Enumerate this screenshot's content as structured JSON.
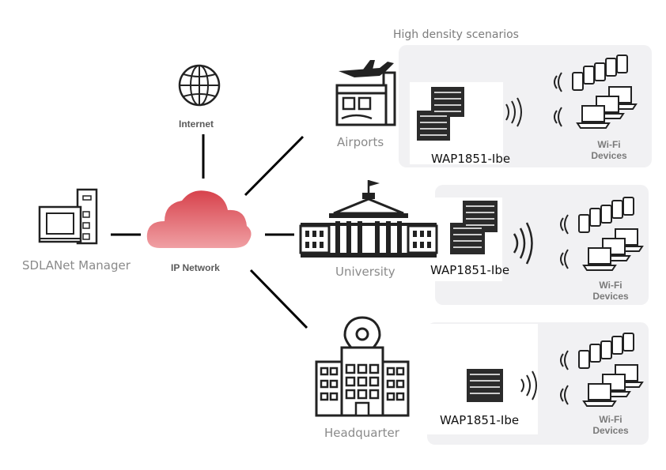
{
  "title": "High density scenarios",
  "nodes": {
    "manager": "SDLANet Manager",
    "internet": "Internet",
    "network": "IP Network"
  },
  "scenarios": [
    {
      "name": "Airports",
      "ap_label": "WAP1851-Ibe",
      "devices_label": [
        "Wi-Fi",
        "Devices"
      ]
    },
    {
      "name": "University",
      "ap_label": "WAP1851-Ibe",
      "devices_label": [
        "Wi-Fi",
        "Devices"
      ]
    },
    {
      "name": "Headquarter",
      "ap_label": "WAP1851-Ibe",
      "devices_label": [
        "Wi-Fi",
        "Devices"
      ]
    }
  ],
  "colors": {
    "cloud": "#e0505a",
    "panel": "#f1f1f3",
    "line": "#000000"
  },
  "icons": [
    "globe-icon",
    "cloud-icon",
    "computer-server-icon",
    "airport-icon",
    "university-icon",
    "headquarter-icon",
    "access-point-icon",
    "wifi-waves-icon",
    "phone-icon",
    "laptop-icon"
  ]
}
